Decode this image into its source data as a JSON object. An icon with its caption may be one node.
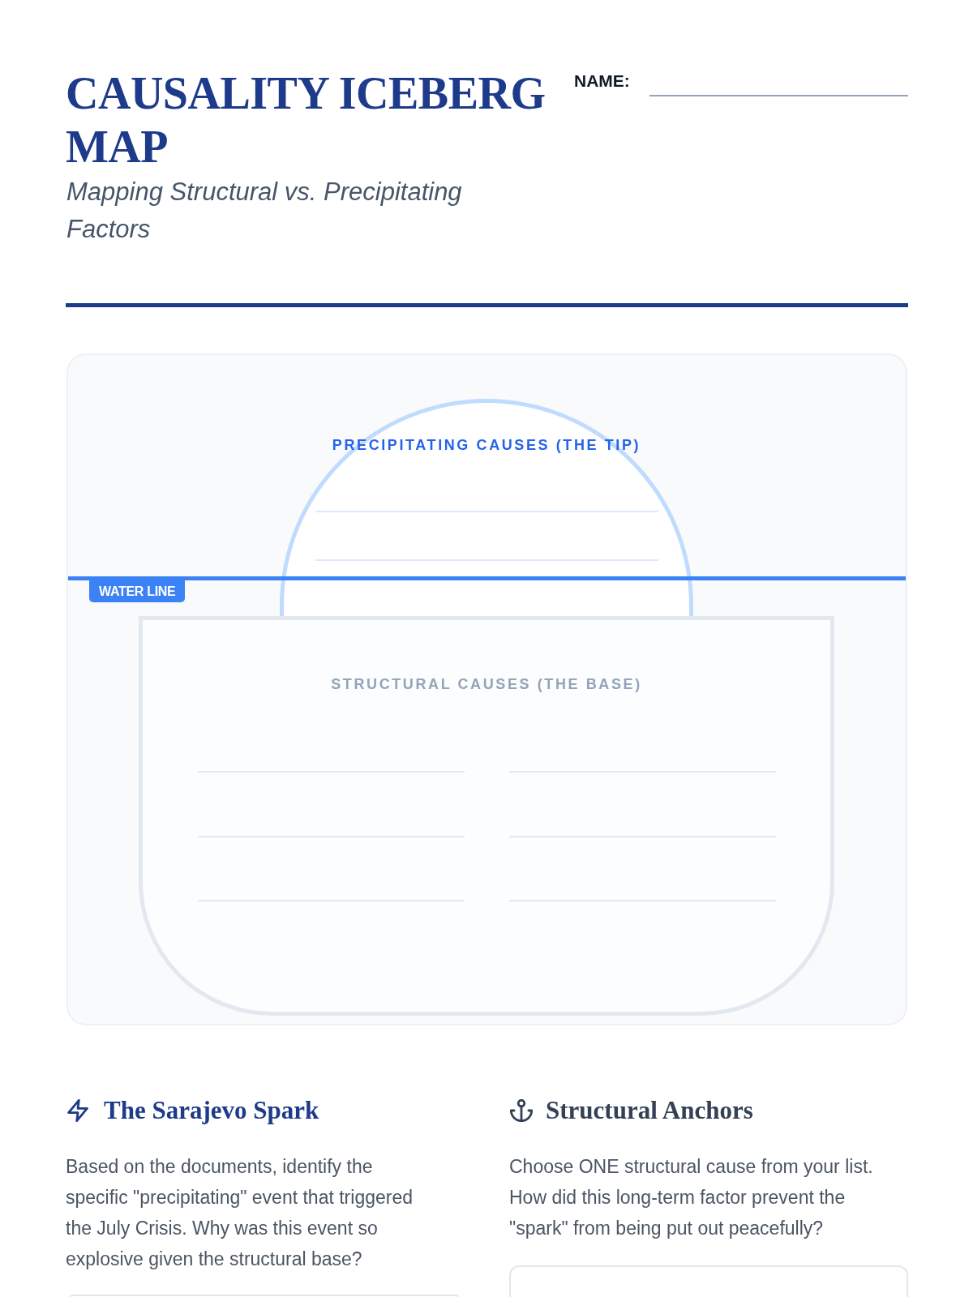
{
  "diagram": {
    "title": "CAUSALITY ICEBERG MAP",
    "nodes": [
      {
        "text": [],
        "shape": "box"
      },
      {
        "text": [
          "PRECIPITATING CAUSES (THE TIP)"
        ],
        "in": 0
      },
      {
        "text": [
          "WATER LINE"
        ],
        "in": 0
      },
      {
        "text": [
          "STRUCTURAL CAUSES (THE BASE)"
        ],
        "in": 0
      }
    ],
    "edges": [],
    "labels": [
      "NAME:",
      "Mapping Structural vs. Precipitating Factors",
      "The Sarajevo Spark",
      "Based on the documents, identify the specific \"precipitating\" event that triggered the July Crisis. Why was this event so explosive given the structural base?",
      "Structural Anchors",
      "Choose ONE structural cause from your list. How did this long-term factor prevent the \"spark\" from being put out peacefully?"
    ]
  }
}
